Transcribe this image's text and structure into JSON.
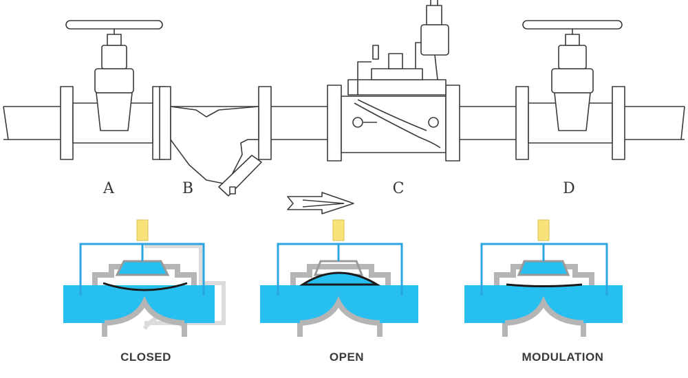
{
  "components": {
    "a_label": "A",
    "b_label": "B",
    "c_label": "C",
    "d_label": "D"
  },
  "states": {
    "closed_label": "CLOSED",
    "open_label": "OPEN",
    "modulation_label": "MODULATION"
  },
  "colors": {
    "water": "#27bff0",
    "pipe_line": "#2aa5e0",
    "valve_body": "#b5b5b5",
    "pilot_fitting": "#f7e37a",
    "diaphragm": "#1a1a1a",
    "ink": "#3a3a3a"
  }
}
